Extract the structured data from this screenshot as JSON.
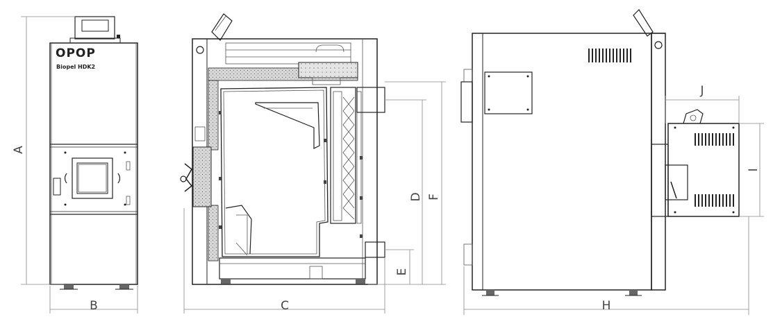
{
  "brand": {
    "logo_text": "OPOP",
    "model_text": "Biopel HDK2"
  },
  "dimensions": {
    "A": "A",
    "B": "B",
    "C": "C",
    "D": "D",
    "E": "E",
    "F": "F",
    "H": "H",
    "I": "I",
    "J": "J"
  },
  "colors": {
    "stroke": "#222222",
    "dimension": "#888888",
    "insulation": "#cfcfcf"
  }
}
